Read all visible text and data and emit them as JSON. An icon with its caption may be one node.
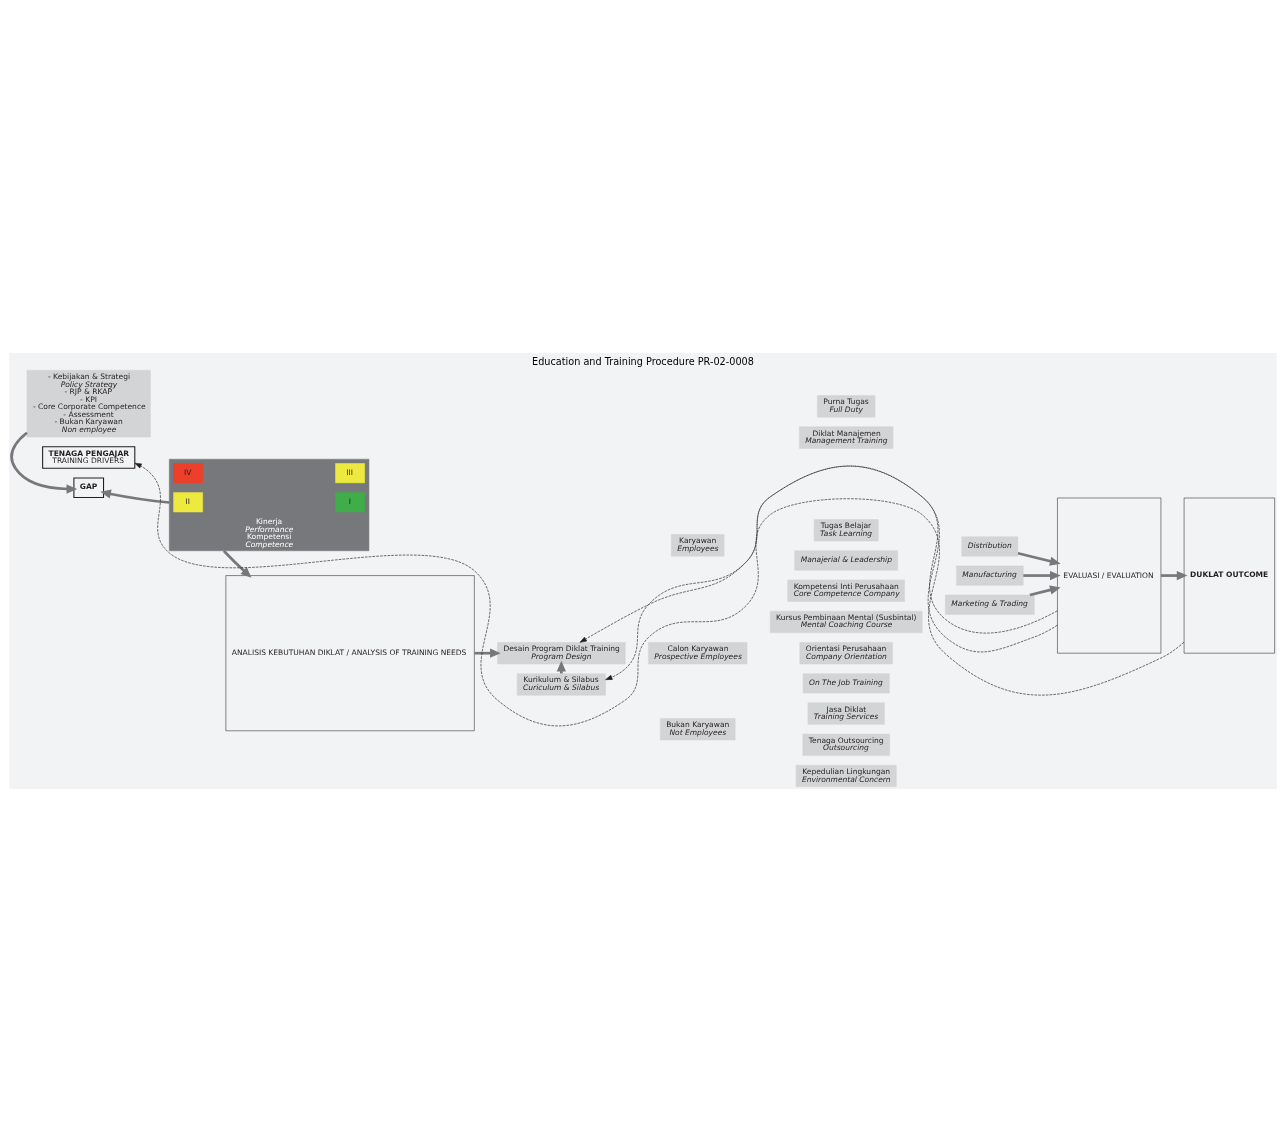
{
  "diagram": {
    "title": "Education and Training Procedure PR-02-0008",
    "nodes": [
      {
        "text": [
          "TENAGA PENGAJAR",
          "TRAINING DRIVERS"
        ]
      },
      {
        "text": [
          "- Kebijakan & Strategi",
          "Policy Strategy",
          "- RJP & RKAP",
          "- KPI",
          "- Core Corporate Competence",
          "- Assessment",
          "- Bukan Karyawan",
          "Non employee"
        ]
      },
      {
        "text": [
          "GAP"
        ]
      },
      {
        "text": [
          "Kinerja",
          "Performance",
          "Kompetensi",
          "Competence"
        ]
      },
      {
        "text": [
          "II"
        ],
        "in": 3
      },
      {
        "text": [
          "I"
        ],
        "in": 3
      },
      {
        "text": [
          "IV"
        ],
        "in": 3
      },
      {
        "text": [
          "III"
        ],
        "in": 3
      },
      {
        "text": [
          "ANALISIS KEBUTUHAN DIKLAT / ANALYSIS OF TRAINING NEEDS"
        ]
      },
      {
        "text": [
          "Kurikulum & Silabus",
          "Curiculum & Silabus"
        ]
      },
      {
        "text": [
          "Desain Program Diklat Training",
          "Program Design"
        ]
      },
      {
        "text": [
          "Calon Karyawan",
          "Prospective Employees"
        ]
      },
      {
        "text": [
          "Orientasi Perusahaan",
          "Company Orientation"
        ]
      },
      {
        "text": [
          "On The Job Training"
        ]
      },
      {
        "text": [
          "Kursus Pembinaan Mental (Susbintal)",
          "Mental Coaching Course"
        ]
      },
      {
        "text": [
          "Karyawan",
          "Employees"
        ]
      },
      {
        "text": [
          "Manajerial & Leadership"
        ]
      },
      {
        "text": [
          "Kompetensi Inti Perusahaan",
          "Core Competence Company"
        ]
      },
      {
        "text": [
          "Tugas Belajar",
          "Task Learning"
        ]
      },
      {
        "text": [
          "Purna Tugas",
          "Full Duty"
        ]
      },
      {
        "text": [
          "Diklat Manajemen",
          "Management Training"
        ]
      },
      {
        "text": [
          "Bukan Karyawan",
          "Not Employees"
        ]
      },
      {
        "text": [
          "Tenaga Outsourcing",
          "Outsourcing"
        ]
      },
      {
        "text": [
          "Kepedulian Lingkungan",
          "Environmental Concern"
        ]
      },
      {
        "text": [
          "Jasa Diklat",
          "Training Services"
        ]
      },
      {
        "text": [
          "Manufacturing"
        ]
      },
      {
        "text": [
          "Marketing & Trading"
        ]
      },
      {
        "text": [
          "Distribution"
        ]
      },
      {
        "text": [
          "EVALUASI / EVALUATION"
        ]
      },
      {
        "text": [
          "DUKLAT OUTCOME"
        ]
      }
    ],
    "edges": [
      {
        "from": 1,
        "to": 2,
        "arrow": "to"
      },
      {
        "from": 3,
        "to": 2,
        "arrow": "to"
      },
      {
        "from": 3,
        "to": 8,
        "arrow": "to"
      },
      {
        "from": 8,
        "to": 10,
        "arrow": "to"
      },
      {
        "from": 9,
        "to": 10,
        "arrow": "to"
      },
      {
        "from": 25,
        "to": 28,
        "arrow": "to"
      },
      {
        "from": 26,
        "to": 28,
        "arrow": "to"
      },
      {
        "from": 27,
        "to": 28,
        "arrow": "to"
      },
      {
        "from": 28,
        "to": 29,
        "arrow": "to"
      },
      {
        "from": 29,
        "to": 0,
        "arrow": "to",
        "style": "dashed",
        "color": "#231f20"
      },
      {
        "from": 28,
        "to": 9,
        "arrow": "to",
        "style": "dashed",
        "color": "#231f20"
      },
      {
        "from": 28,
        "to": 10,
        "arrow": "to",
        "style": "dashed",
        "color": "#231f20"
      }
    ]
  }
}
